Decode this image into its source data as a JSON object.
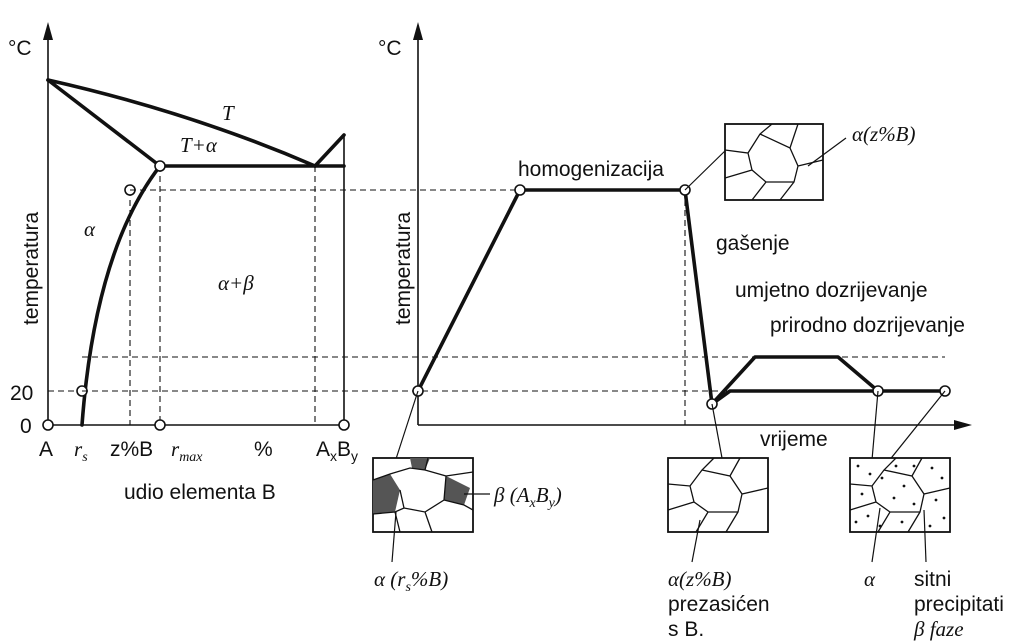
{
  "left": {
    "y_unit": "°C",
    "y_label": "temperatura",
    "y_tick_20": "20",
    "y_tick_0": "0",
    "x_A": "A",
    "x_rs": "r",
    "x_rs_sub": "s",
    "x_z": "z%B",
    "x_rmax": "r",
    "x_rmax_sub": "max",
    "x_pct": "%",
    "x_AxBy_A": "A",
    "x_AxBy_x": "x",
    "x_AxBy_B": "B",
    "x_AxBy_y": "y",
    "x_label": "udio elementa B",
    "region_T": "T",
    "region_T_alpha": "T+α",
    "region_alpha": "α",
    "region_alpha_beta": "α+β"
  },
  "right": {
    "y_unit": "°C",
    "y_label": "temperatura",
    "x_label": "vrijeme",
    "homogenizacija": "homogenizacija",
    "gasenje": "gašenje",
    "umjetno": "umjetno dozrijevanje",
    "prirodno": "prirodno dozrijevanje"
  },
  "micro": {
    "top_label": "α(z%B)",
    "beta_label_prefix": "β (A",
    "beta_label_x": "x",
    "beta_label_B": "B",
    "beta_label_y": "y",
    "beta_label_close": ")",
    "alpha_rs_prefix": "α (r",
    "alpha_rs_sub": "s",
    "alpha_rs_suffix": "%B)",
    "alpha_z": "α(z%B)",
    "prezasicen": "prezasićen",
    "sB": "s B.",
    "alpha": "α",
    "sitni": "sitni",
    "precipitati": "precipitati",
    "beta_faze": "β faze"
  }
}
